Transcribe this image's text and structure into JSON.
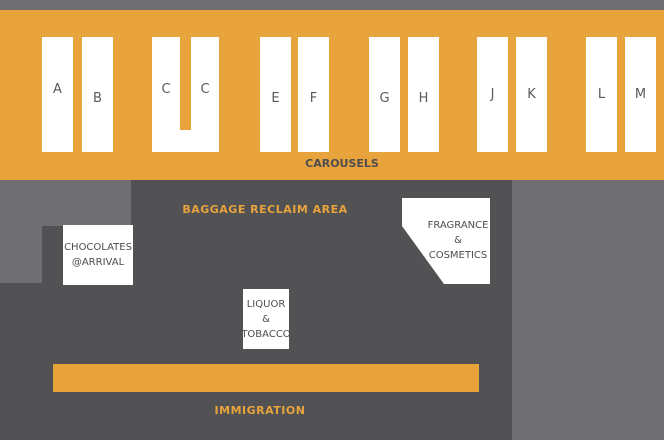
{
  "colors": {
    "accent": "#e8a33d",
    "floor": "#525254",
    "background": "#707072",
    "shop": "#ffffff"
  },
  "carousels": {
    "title": "CAROUSELS",
    "letters": [
      "A",
      "B",
      "C",
      "C",
      "E",
      "F",
      "G",
      "H",
      "J",
      "K",
      "L",
      "M"
    ]
  },
  "areas": {
    "baggage_reclaim": "BAGGAGE RECLAIM AREA",
    "immigration": "IMMIGRATION"
  },
  "shops": {
    "chocolates": {
      "line1": "CHOCOLATES",
      "line2": "@ARRIVAL"
    },
    "fragrance": {
      "line1": "FRAGRANCE",
      "line2": "&",
      "line3": "COSMETICS"
    },
    "liquor": {
      "line1": "LIQUOR",
      "line2": "&",
      "line3": "TOBACCO"
    }
  }
}
